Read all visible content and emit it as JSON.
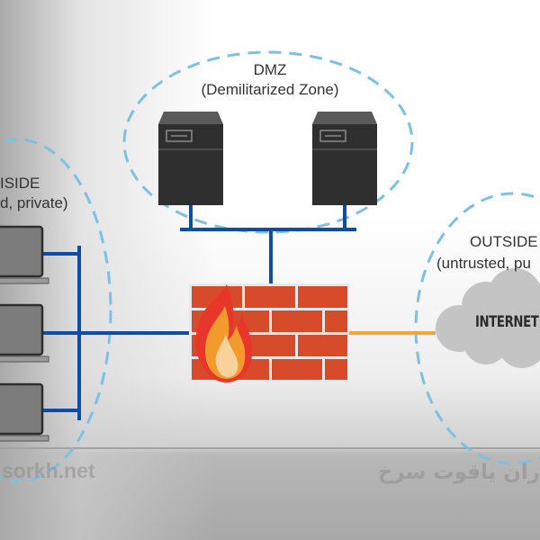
{
  "zones": {
    "dmz": {
      "title": "DMZ",
      "subtitle": "(Demilitarized Zone)"
    },
    "inside": {
      "title": "INSIDE",
      "subtitle": "(trusted, private)",
      "visible_title": "ISIDE",
      "visible_subtitle": "d, private)"
    },
    "outside": {
      "title": "OUTSIDE",
      "subtitle": "(untrusted, public)",
      "visible_title": "OUTSIDE",
      "visible_subtitle": "(untrusted, pu"
    }
  },
  "nodes": {
    "servers": [
      {
        "name": "DMZ server 1"
      },
      {
        "name": "DMZ server 2"
      }
    ],
    "laptops": [
      {
        "name": "Inside laptop 1"
      },
      {
        "name": "Inside laptop 2"
      },
      {
        "name": "Inside laptop 3"
      }
    ],
    "firewall": {
      "name": "Firewall"
    },
    "internet": {
      "label": "INTERNET"
    }
  },
  "watermarks": {
    "left": "sorkh.net",
    "right": "ران یاقوت سرخ"
  },
  "colors": {
    "trusted_link": "#0d4da3",
    "untrusted_link": "#f0a63a",
    "zone_border": "#7cc1e0",
    "brick": "#d84b2a",
    "server": "#2f2f2f",
    "cloud": "#c4c4c4"
  }
}
